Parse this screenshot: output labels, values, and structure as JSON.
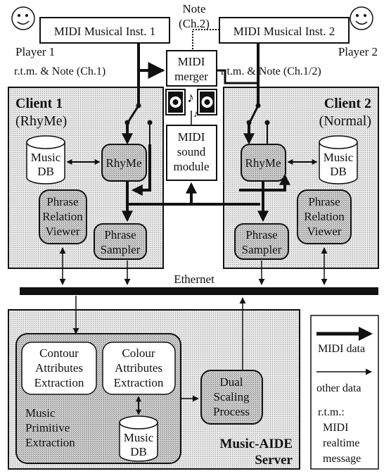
{
  "player1": {
    "label": "Player 1",
    "instrument": "MIDI Musical Inst. 1",
    "signal": "r.t.m. & Note (Ch.1)"
  },
  "player2": {
    "label": "Player 2",
    "instrument": "MIDI Musical Inst. 2",
    "signal": "r.t.m. & Note (Ch.1/2)"
  },
  "note_top": {
    "line1": "Note",
    "line2": "(Ch.2)"
  },
  "merger": {
    "line1": "MIDI",
    "line2": "merger"
  },
  "sound_module": {
    "line1": "MIDI",
    "line2": "sound",
    "line3": "module"
  },
  "client1": {
    "title": "Client 1",
    "subtitle": "(RhyMe)",
    "db_line1": "Music",
    "db_line2": "DB",
    "rhyme": "RhyMe",
    "viewer": [
      "Phrase",
      "Relation",
      "Viewer"
    ],
    "sampler": [
      "Phrase",
      "Sampler"
    ]
  },
  "client2": {
    "title": "Client 2",
    "subtitle": "(Normal)",
    "db_line1": "Music",
    "db_line2": "DB",
    "rhyme": "RhyMe",
    "viewer": [
      "Phrase",
      "Relation",
      "Viewer"
    ],
    "sampler": [
      "Phrase",
      "Sampler"
    ]
  },
  "ethernet": "Ethernet",
  "server": {
    "title_line1": "Music-AIDE",
    "title_line2": "Server",
    "contour": [
      "Contour",
      "Attributes",
      "Extraction"
    ],
    "colour": [
      "Colour",
      "Attributes",
      "Extraction"
    ],
    "primitive": [
      "Music",
      "Primitive",
      "Extraction"
    ],
    "db_line1": "Music",
    "db_line2": "DB",
    "dual": [
      "Dual",
      "Scaling",
      "Process"
    ]
  },
  "legend": {
    "midi_data": "MIDI data",
    "other_data": "other data",
    "rtm": [
      "r.t.m.:",
      "MIDI",
      "realtime",
      "message"
    ]
  },
  "icons": [
    "smiley-face-icon",
    "speaker-icon",
    "music-note-icon",
    "switch-icon",
    "database-icon"
  ],
  "colors": {
    "shade": "#d4d4d4",
    "box": "#c4c4c4",
    "line": "#111111"
  }
}
